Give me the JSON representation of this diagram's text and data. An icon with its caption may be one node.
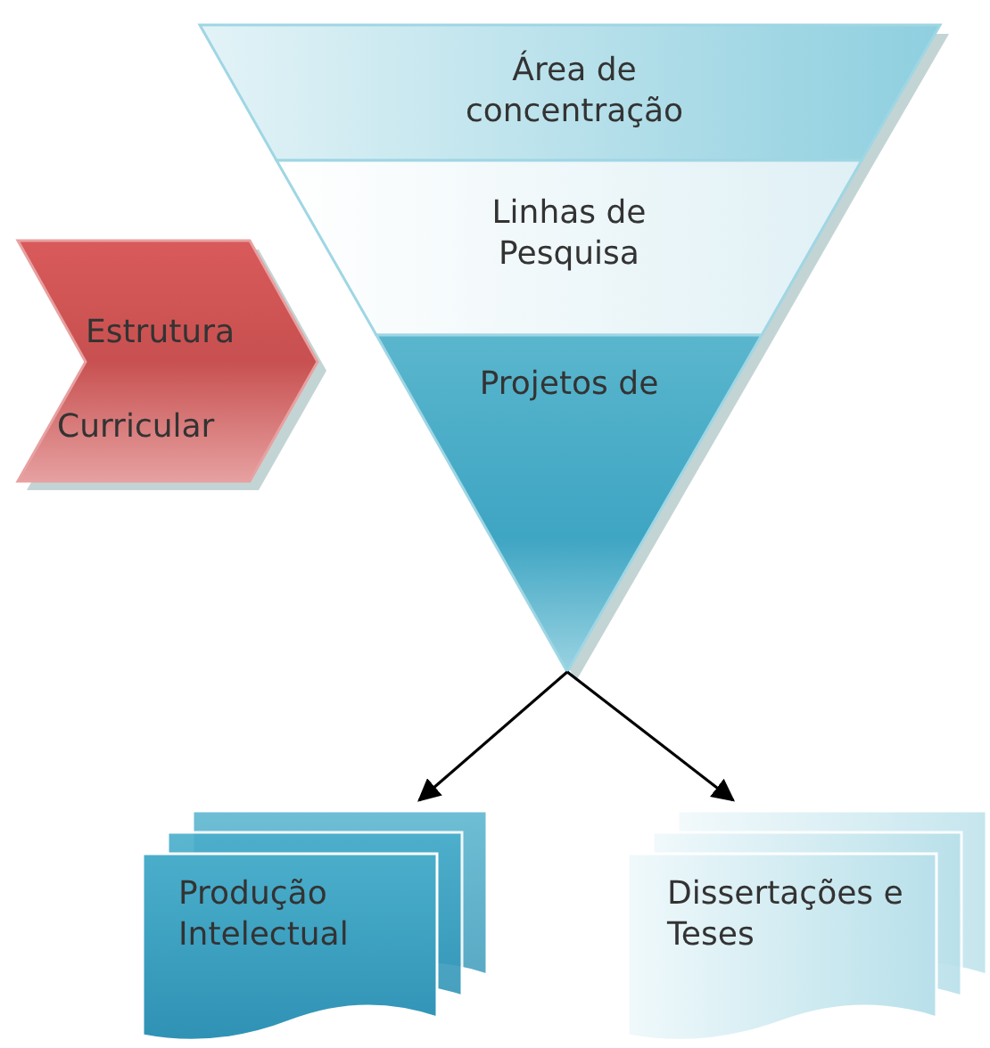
{
  "diagram": {
    "nodes": [
      {
        "text": [
          "Área de concentração"
        ]
      },
      {
        "text": [
          "Linhas de Pesquisa"
        ]
      },
      {
        "text": [
          "Projetos de"
        ]
      },
      {
        "text": [
          "Estrutura",
          "Curricular"
        ]
      },
      {
        "text": [
          "Produção Intelectual"
        ]
      },
      {
        "text": [
          "Dissertações e Teses"
        ]
      }
    ],
    "edges": [
      {
        "from": 2,
        "to": 4,
        "arrow": "to"
      },
      {
        "from": 2,
        "to": 5,
        "arrow": "to"
      }
    ]
  }
}
